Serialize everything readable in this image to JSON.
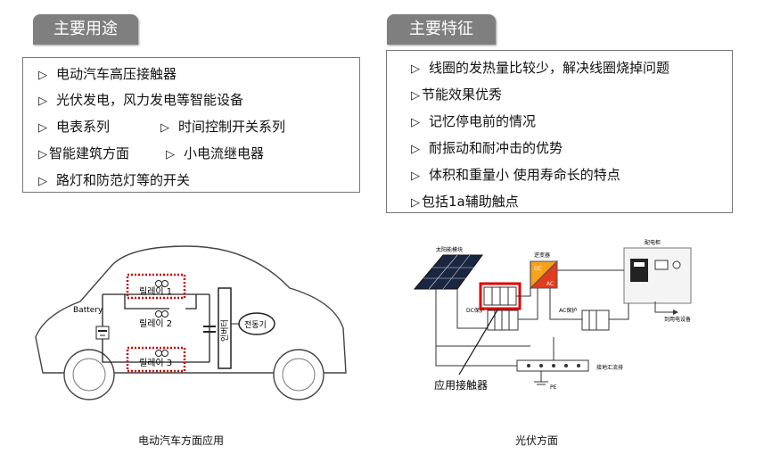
{
  "uses": {
    "tab_label": "主要用途",
    "items": [
      "电动汽车高压接触器",
      "光伏发电，风力发电等智能设备",
      "电表系列",
      "时间控制开关系列",
      "智能建筑方面",
      "小电流继电器",
      "路灯和防范灯等的开关"
    ]
  },
  "features": {
    "tab_label": "主要特征",
    "items": [
      "线圈的发热量比较少，解决线圈烧掉问题",
      "节能效果优秀",
      "记忆停电前的情况",
      "耐振动和耐冲击的优势",
      "体积和重量小 使用寿命长的特点",
      "包括1a辅助触点"
    ]
  },
  "bullet_glyph": "▷",
  "car_diagram": {
    "battery_label": "Battery",
    "relay_labels": [
      "릴레이 1",
      "릴레이 2",
      "릴레이 3"
    ],
    "inverter_label": "인버터",
    "motor_label": "전동기",
    "caption": "电动汽车方面应用"
  },
  "pv_diagram": {
    "solar_label": "太阳能模块",
    "inverter_label": "逆变器",
    "dc_label": "DC",
    "ac_label": "AC",
    "dc_protect_label": "DC保护",
    "ac_protect_label": "AC保护",
    "dist_label": "配电柜",
    "grid_label": "到用电设备",
    "ground_box_label": "接地汇流排",
    "pe_label": "PE",
    "contactor_label": "应用接触器",
    "caption": "光伏方面"
  },
  "colors": {
    "tab_bg": "#7f7f7f",
    "highlight_red": "#e00000",
    "relay_dotted": "#d00000",
    "inverter_orange": "#f7a21b",
    "inverter_red": "#e23b1f"
  }
}
